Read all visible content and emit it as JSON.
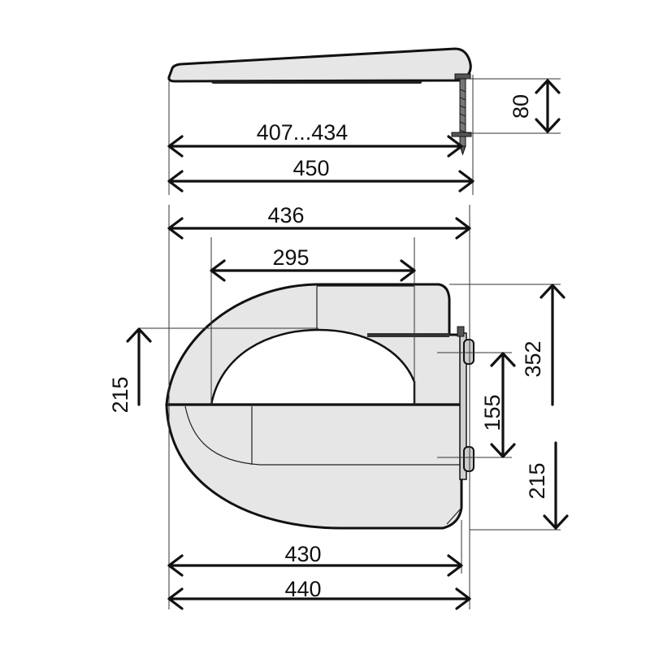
{
  "diagram": {
    "top_view": {
      "dimensions": {
        "inner_length": "407...434",
        "total_length": "450",
        "height": "80"
      }
    },
    "plan_view": {
      "dimensions": {
        "width_top": "436",
        "opening": "295",
        "depth_left": "215",
        "depth_right": "352",
        "hinge_spacing": "155",
        "depth_right_lower": "215",
        "width_bottom_inner": "430",
        "width_bottom": "440"
      }
    },
    "colors": {
      "fill": "#e6e6e6",
      "line": "#111111",
      "background": "#ffffff"
    }
  }
}
